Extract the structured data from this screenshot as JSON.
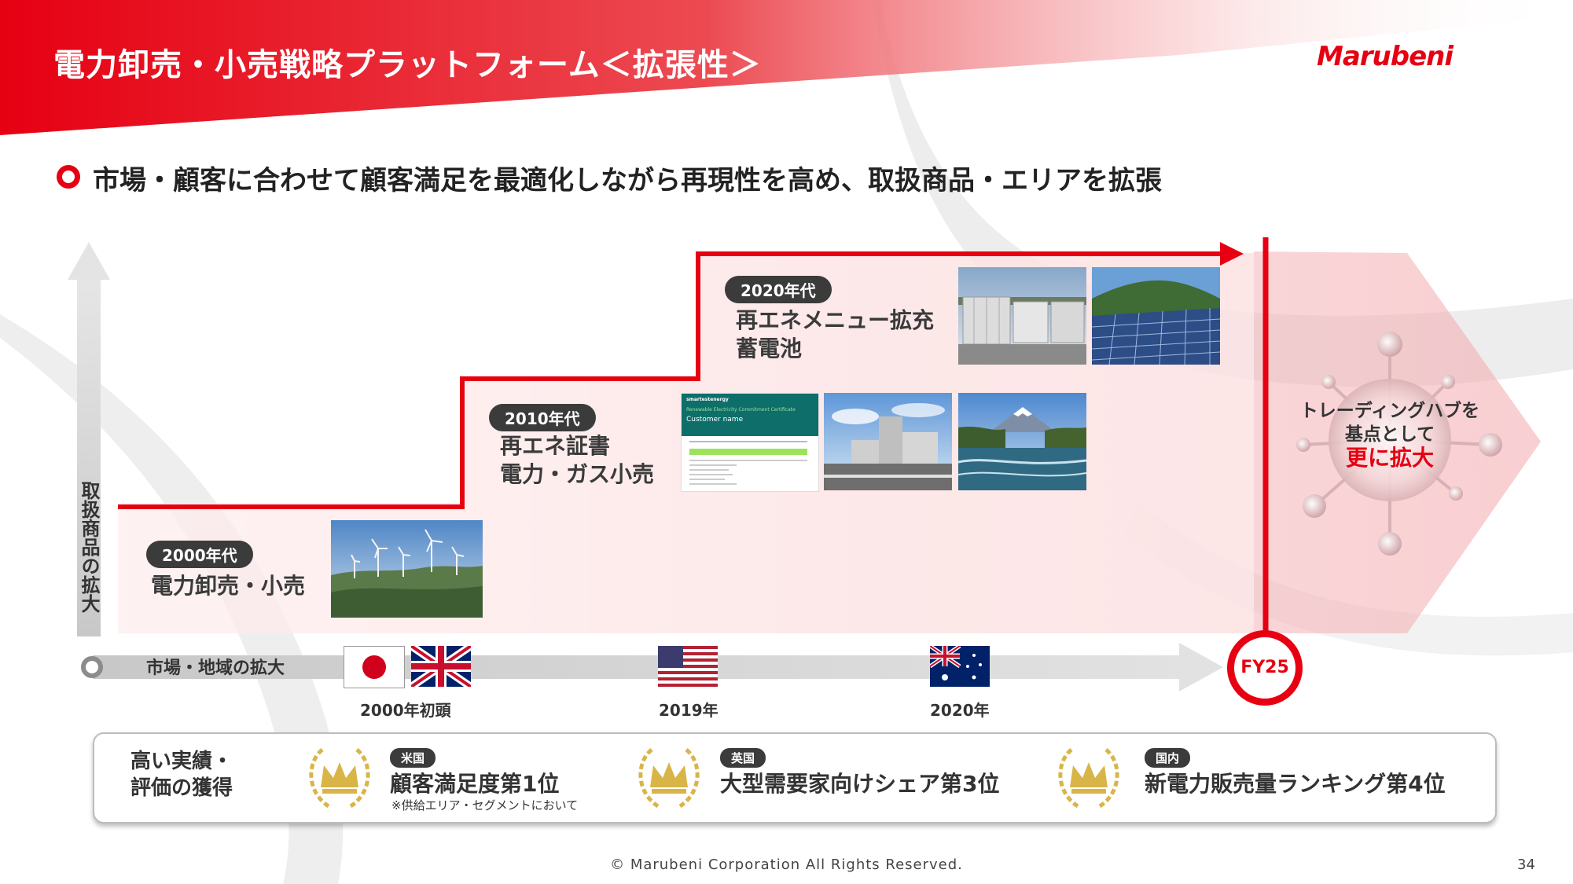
{
  "header": {
    "title": "電力卸売・小売戦略プラットフォーム＜拡張性＞",
    "logo_text": "Marubeni",
    "brand_color": "#e60012"
  },
  "subtitle": "市場・顧客に合わせて顧客満足を最適化しながら再現性を高め、取扱商品・エリアを拡張",
  "eras": [
    {
      "badge": "2000年代",
      "line1": "電力卸売・小売",
      "line2": ""
    },
    {
      "badge": "2010年代",
      "line1": "再エネ証書",
      "line2": "電力・ガス小売"
    },
    {
      "badge": "2020年代",
      "line1": "再エネメニュー拡充",
      "line2": "蓄電池"
    }
  ],
  "axes": {
    "vertical_label": "取扱商品の拡大",
    "horizontal_label": "市場・地域の拡大"
  },
  "timeline": [
    {
      "label": "2000年初頭",
      "flags": [
        "japan-flag",
        "uk-flag"
      ]
    },
    {
      "label": "2019年",
      "flags": [
        "us-flag"
      ]
    },
    {
      "label": "2020年",
      "flags": [
        "australia-flag"
      ]
    }
  ],
  "milestone": "FY25",
  "hub": {
    "line1": "トレーディングハブを",
    "line2": "基点として",
    "accent": "更に拡大"
  },
  "certificate": {
    "brand": "smartestenergy",
    "title": "Renewable Electricity Commitment Certificate",
    "customer": "Customer name"
  },
  "achievements": {
    "heading_line1": "高い実績・",
    "heading_line2": "評価の獲得",
    "items": [
      {
        "tag": "米国",
        "text": "顧客満足度第1位",
        "note": "※供給エリア・セグメントにおいて",
        "icon": "crown-laurel-icon"
      },
      {
        "tag": "英国",
        "text": "大型需要家向けシェア第3位",
        "note": "",
        "icon": "crown-laurel-icon"
      },
      {
        "tag": "国内",
        "text": "新電力販売量ランキング第4位",
        "note": "",
        "icon": "crown-laurel-icon"
      }
    ]
  },
  "footer": {
    "copyright": "© Marubeni Corporation All Rights Reserved.",
    "page_number": "34"
  }
}
